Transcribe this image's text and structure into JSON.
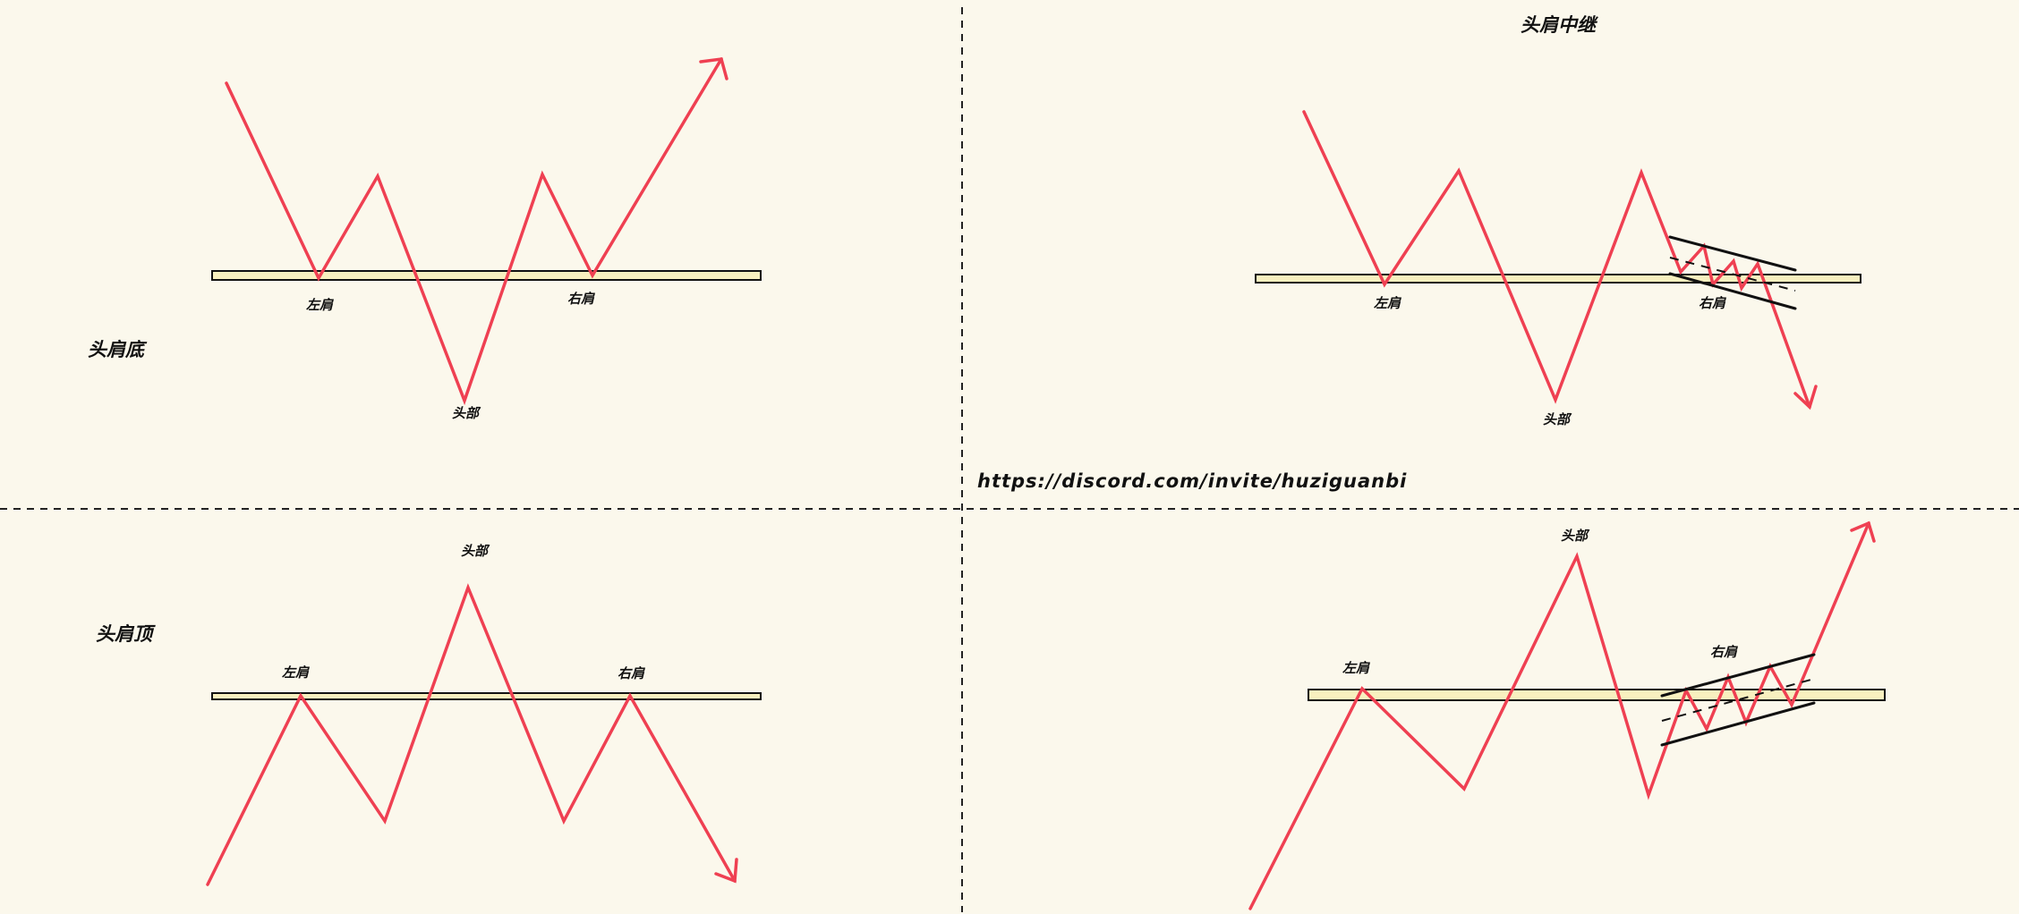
{
  "source_url": "https://discord.com/invite/huziguanbi",
  "patterns": {
    "bottom": {
      "title": "头肩底",
      "left_shoulder": "左肩",
      "right_shoulder": "右肩",
      "head": "头部"
    },
    "continuation": {
      "title": "头肩中继",
      "left_shoulder": "左肩",
      "right_shoulder": "右肩",
      "head": "头部"
    },
    "top": {
      "title": "头肩顶",
      "left_shoulder": "左肩",
      "right_shoulder": "右肩",
      "head": "头部"
    },
    "continuation_up": {
      "left_shoulder": "左肩",
      "right_shoulder": "右肩",
      "head": "头部"
    }
  },
  "colors": {
    "background": "#fbf8ec",
    "price_line": "#ef4052",
    "neckline_fill": "#f8f0bf",
    "ink": "#111111"
  }
}
